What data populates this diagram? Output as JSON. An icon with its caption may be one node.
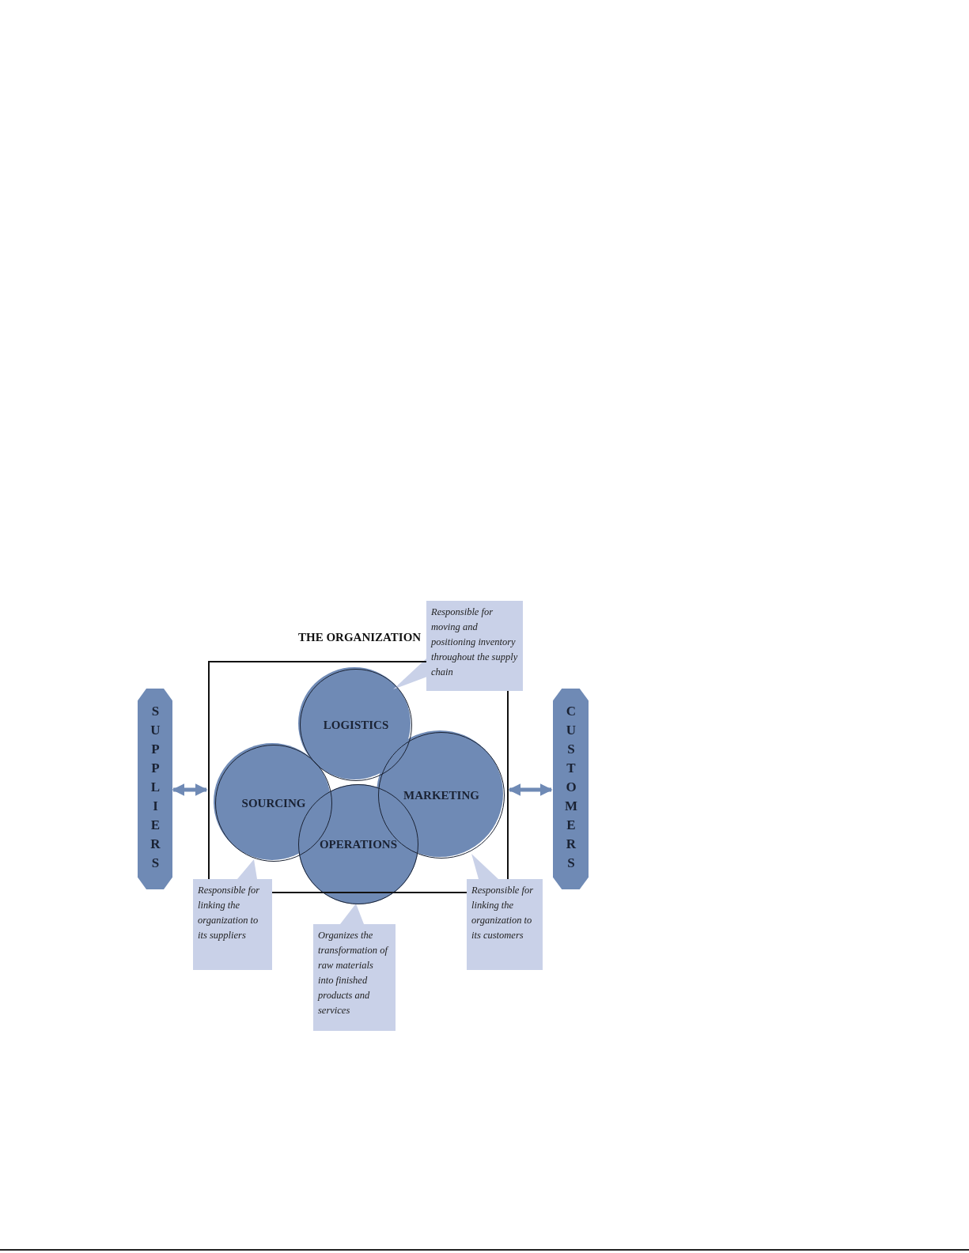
{
  "diagram": {
    "nodes": [
      {
        "text": [
          "THE ORGANIZATION"
        ]
      },
      {
        "text": [
          "SUPPLIERS"
        ]
      },
      {
        "text": [
          "CUSTOMERS"
        ]
      },
      {
        "text": [
          "LOGISTICS"
        ],
        "in": 0
      },
      {
        "text": [
          "SOURCING"
        ],
        "in": 0
      },
      {
        "text": [
          "MARKETING"
        ],
        "in": 0
      },
      {
        "text": [
          "OPERATIONS"
        ]
      },
      {
        "text": [
          "Responsible for moving and positioning inventory throughout the supply chain"
        ]
      },
      {
        "text": [
          "Responsible for linking the organization to its suppliers"
        ]
      },
      {
        "text": [
          "Organizes the transformation of raw materials into finished products and services"
        ]
      },
      {
        "text": [
          "Responsible for linking the organization to its customers"
        ]
      }
    ],
    "edges": [
      {
        "from": 1,
        "to": 0,
        "arrow": "both"
      },
      {
        "from": 0,
        "to": 2,
        "arrow": "both"
      },
      {
        "from": 7,
        "to": 3,
        "arrow": "to"
      },
      {
        "from": 8,
        "to": 4,
        "arrow": "to"
      },
      {
        "from": 9,
        "to": 6,
        "arrow": "to"
      },
      {
        "from": 10,
        "to": 5,
        "arrow": "to"
      }
    ]
  }
}
